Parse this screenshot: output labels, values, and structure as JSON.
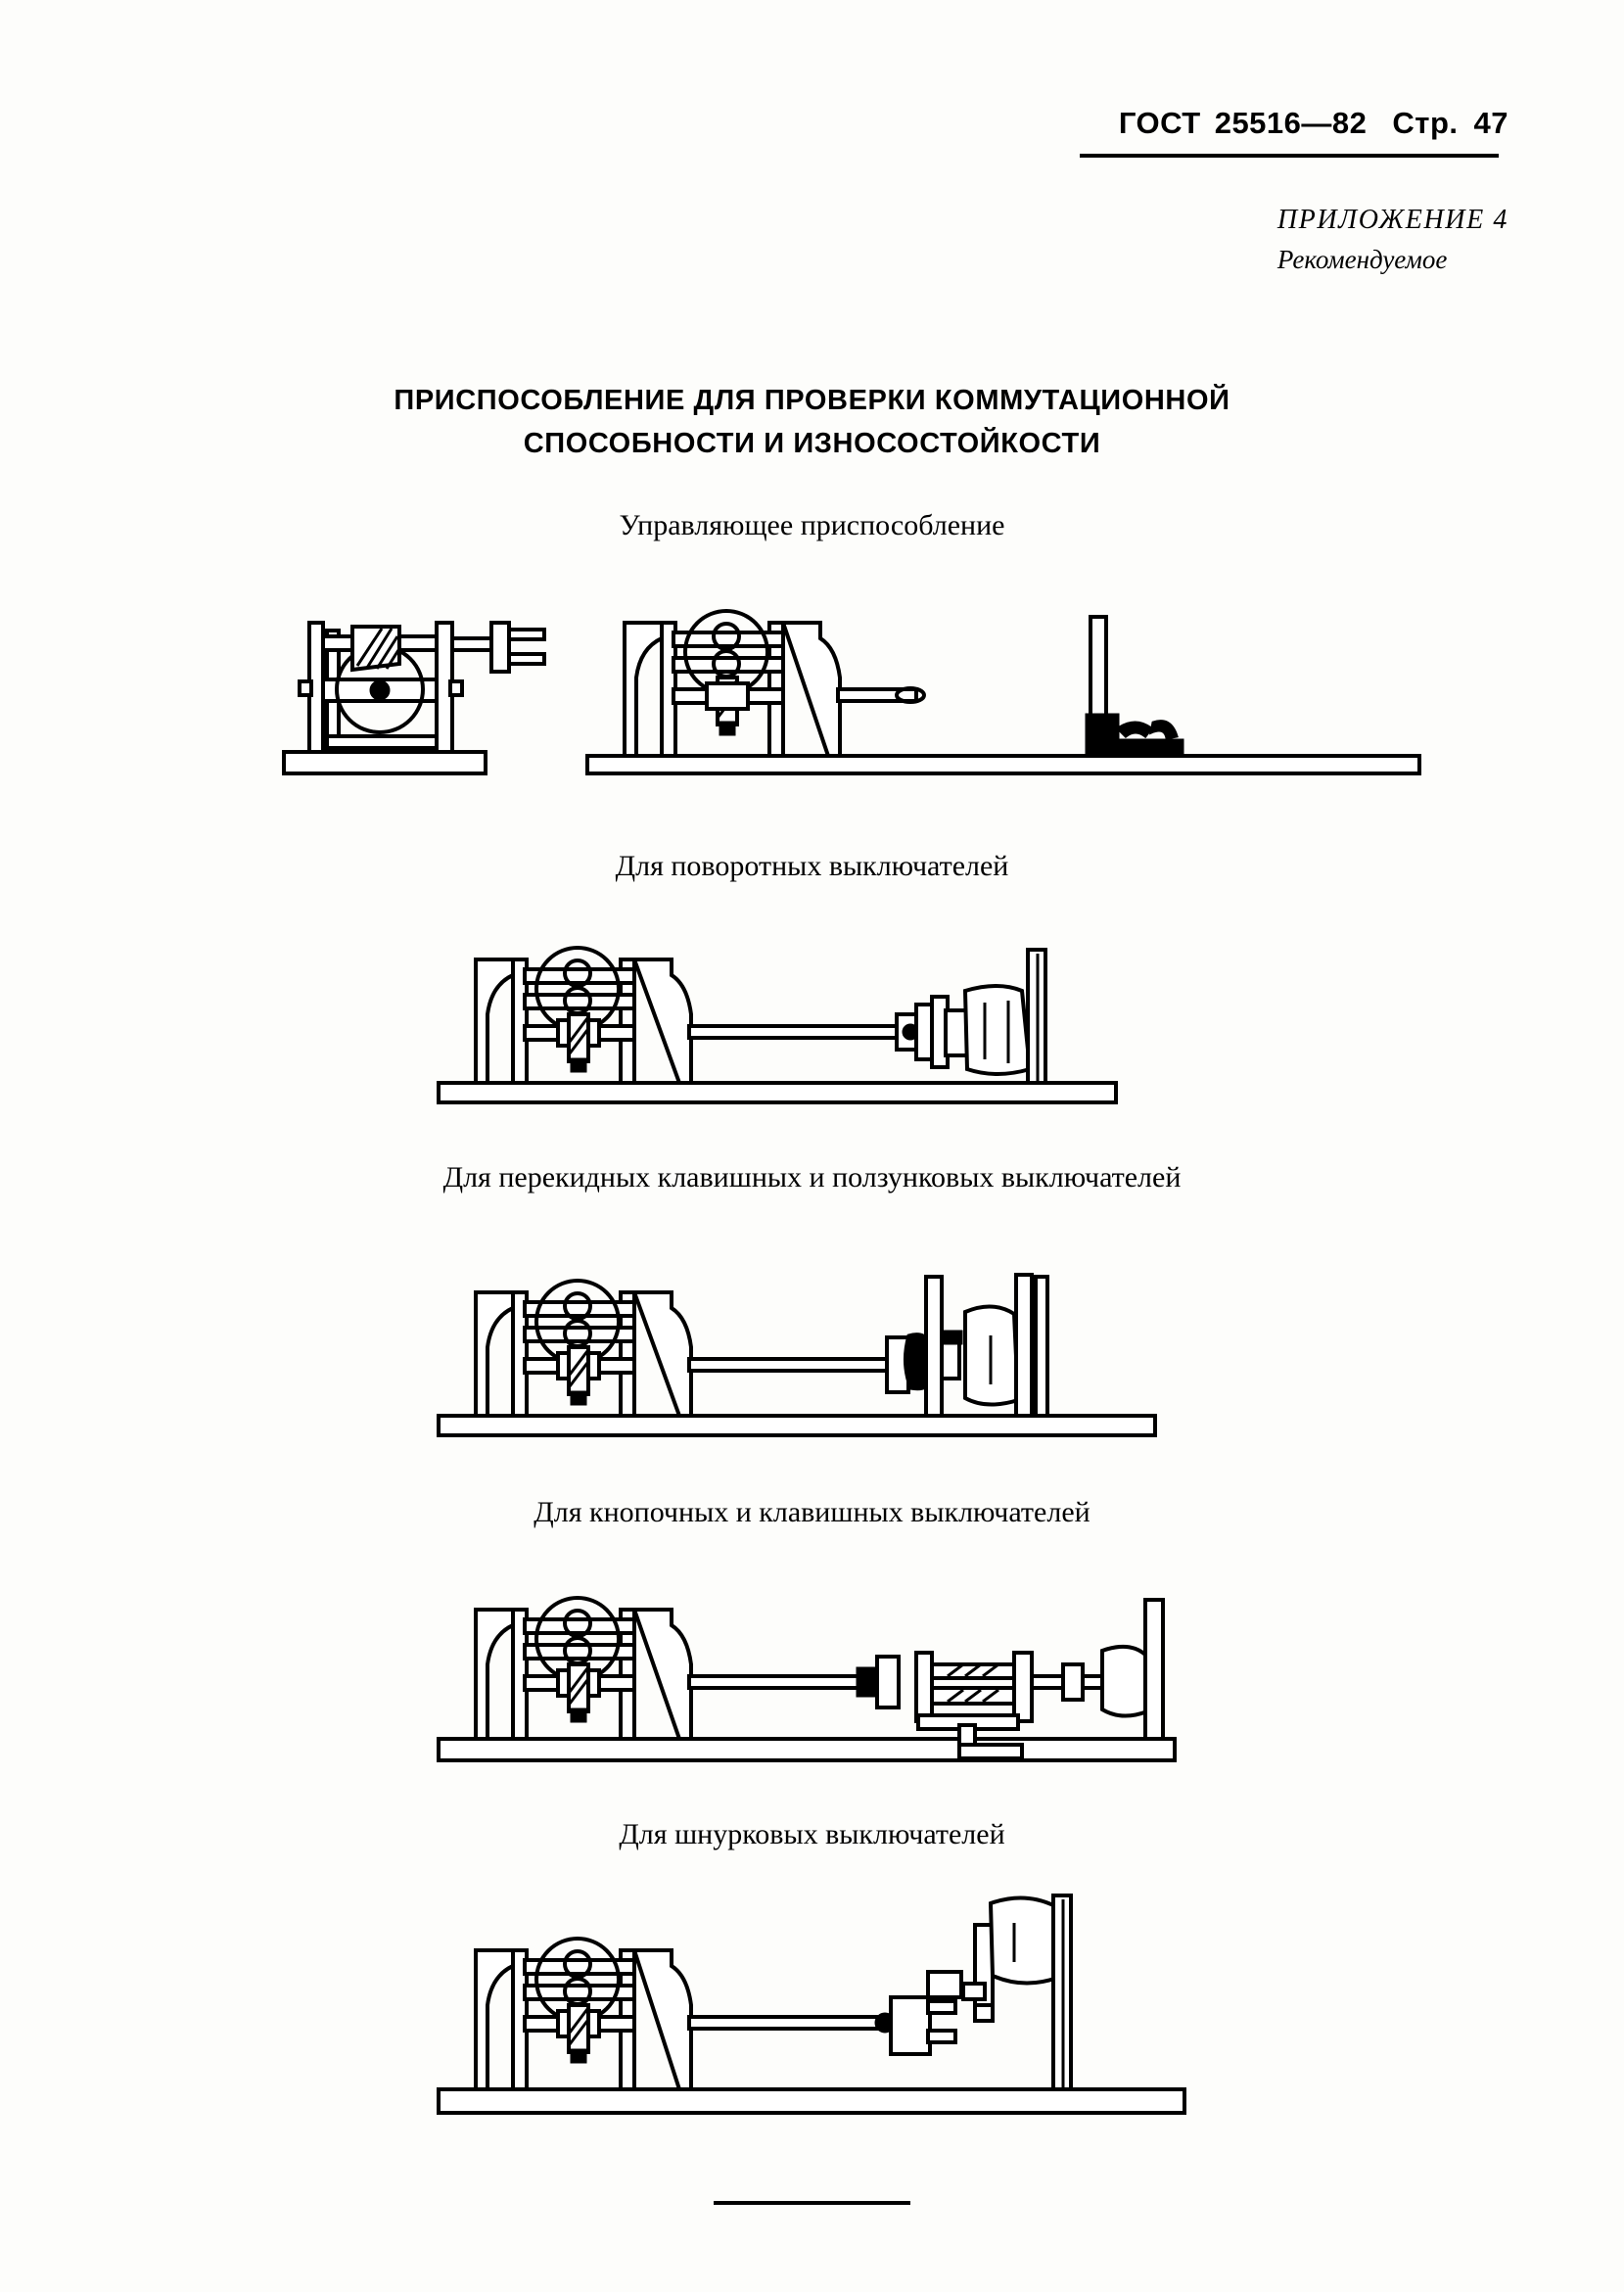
{
  "header": {
    "standard_label": "ГОСТ",
    "standard_number": "25516—82",
    "page_word": "Стр.",
    "page_number": "47"
  },
  "appendix": {
    "title": "ПРИЛОЖЕНИЕ 4",
    "subtitle": "Рекомендуемое"
  },
  "main_title": {
    "line1": "ПРИСПОСОБЛЕНИЕ ДЛЯ ПРОВЕРКИ КОММУТАЦИОННОЙ",
    "line2": "СПОСОБНОСТИ И ИЗНОСОСТОЙКОСТИ"
  },
  "figures": [
    {
      "caption": "Управляющее приспособление",
      "caption_position": "above",
      "name": "control-fixture",
      "parts": [
        "frame-with-hatched-wedge",
        "cam-disc",
        "two-prong-plug",
        "pedestal-machine-with-cam-wheel",
        "vertical-post-with-clamp",
        "base-plate"
      ]
    },
    {
      "caption": "Для поворотных выключателей",
      "caption_position": "above",
      "name": "rotary-switch-fixture",
      "parts": [
        "pedestal-machine-with-cam-wheel",
        "drive-shaft",
        "bell-shaped-holder",
        "vertical-panel",
        "base-plate"
      ]
    },
    {
      "caption": "Для перекидных клавишных и ползунковых выключателей",
      "caption_position": "above",
      "name": "rocker-and-slider-switch-fixture",
      "parts": [
        "pedestal-machine-with-cam-wheel",
        "drive-shaft",
        "flange-coupling",
        "bell-shaped-holder",
        "double-vertical-panel",
        "base-plate"
      ]
    },
    {
      "caption": "Для кнопочных и клавишных выключателей",
      "caption_position": "above",
      "name": "pushbutton-and-key-switch-fixture",
      "parts": [
        "pedestal-machine-with-cam-wheel",
        "drive-shaft",
        "hatched-slide-block",
        "bracket-support",
        "bell-shaped-holder",
        "vertical-panel",
        "base-plate"
      ]
    },
    {
      "caption": "Для шнурковых выключателей",
      "caption_position": "above",
      "name": "cord-switch-fixture",
      "parts": [
        "pedestal-machine-with-cam-wheel",
        "drive-shaft",
        "bracket-plate",
        "raised-bell-holder",
        "vertical-panel",
        "base-plate"
      ]
    }
  ],
  "colors": {
    "ink": "#000000",
    "paper": "#fdfdfb"
  }
}
